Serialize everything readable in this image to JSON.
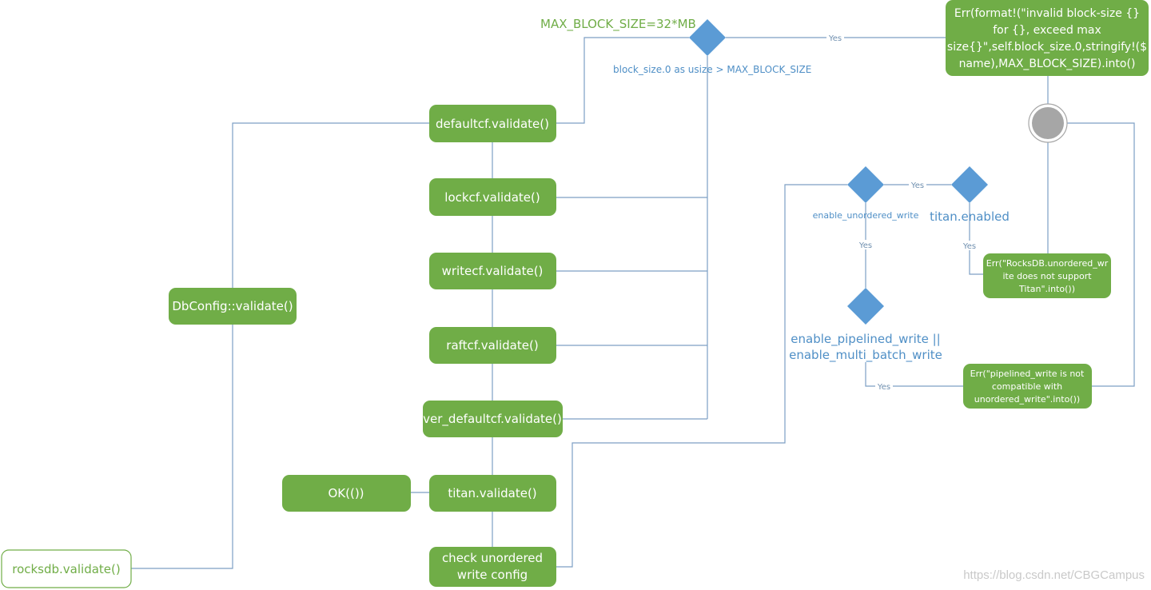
{
  "nodes": {
    "defaultcf": "defaultcf.validate()",
    "lockcf": "lockcf.validate()",
    "writecf": "writecf.validate()",
    "raftcf": "raftcf.validate()",
    "ver_defaultcf": "ver_defaultcf.validate()",
    "titan": "titan.validate()",
    "ok": "OK(())",
    "check_unordered": [
      "check unordered",
      "write config"
    ],
    "dbconfig": "DbConfig::validate()",
    "rocksdb": "rocksdb.validate()",
    "err_block_size": [
      "Err(format!(\"invalid block-size {}",
      "for {}, exceed max",
      "size{}\",self.block_size.0,stringify!($",
      "name),MAX_BLOCK_SIZE).into()"
    ],
    "err_titan": [
      "Err(\"RocksDB.unordered_wr",
      "ite does not support",
      "Titan\".into())"
    ],
    "err_pipelined": [
      "Err(\"pipelined_write is not",
      "compatible with",
      "unordered_write\".into())"
    ]
  },
  "decisions": {
    "max_block_size_label": "MAX_BLOCK_SIZE=32*MB",
    "block_size_condition": "block_size.0 as usize > MAX_BLOCK_SIZE",
    "enable_unordered_write": "enable_unordered_write",
    "titan_enabled": "titan.enabled",
    "pipelined_line1": "enable_pipelined_write ||",
    "pipelined_line2": "enable_multi_batch_write"
  },
  "edge_labels": {
    "yes": "Yes"
  },
  "watermark": "https://blog.csdn.net/CBGCampus",
  "colors": {
    "node_fill": "#70ad47",
    "decision_fill": "#5b9bd5",
    "connector": "#7d9fc4",
    "end_circle": "#a6a6a6"
  }
}
